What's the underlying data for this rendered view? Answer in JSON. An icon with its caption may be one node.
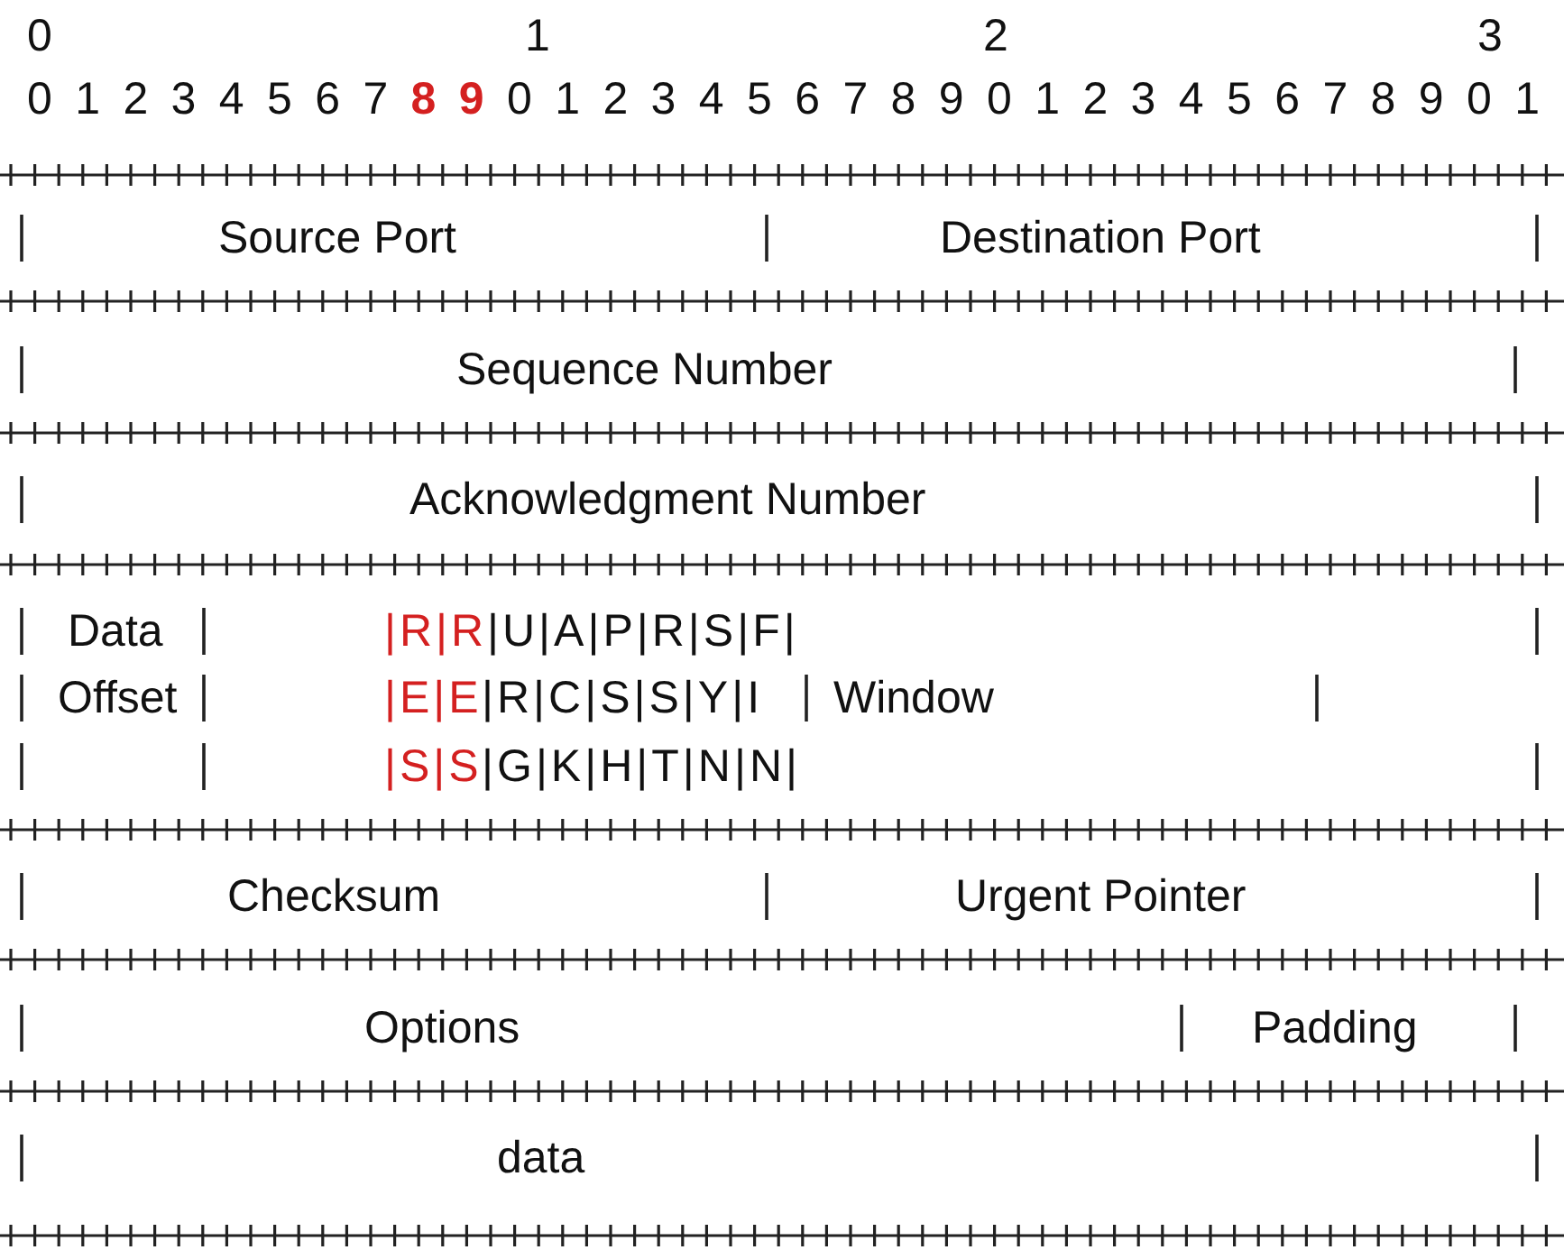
{
  "diagram": {
    "labels": [
      "0",
      "1",
      "2",
      "3",
      "0",
      "1",
      "2",
      "3",
      "4",
      "5",
      "6",
      "7",
      "8",
      "9",
      "0",
      "1",
      "2",
      "3",
      "4",
      "5",
      "6",
      "7",
      "8",
      "9",
      "0",
      "1",
      "2",
      "3",
      "4",
      "5",
      "6",
      "7",
      "8",
      "9",
      "0",
      "1",
      "Source Port",
      "Destination Port",
      "Sequence Number",
      "Acknowledgment Number",
      "Data",
      "|R|R",
      "|U|A|P|R|S|F|",
      "Offset",
      "|E|E",
      "|R|C|S|S|Y|I",
      "Window",
      "|S|S",
      "|G|K|H|T|N|N|",
      "Checksum",
      "Urgent Pointer",
      "Options",
      "Padding",
      "data"
    ]
  }
}
